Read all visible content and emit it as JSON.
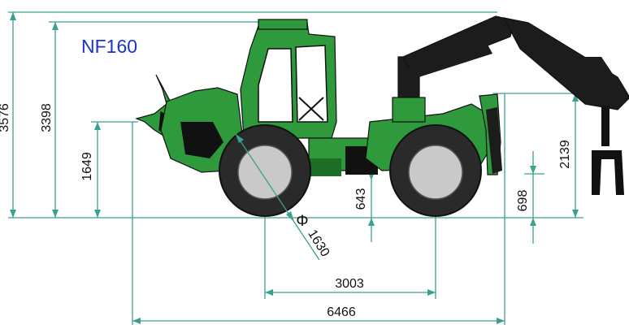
{
  "model": "NF160",
  "dimensions": {
    "total_height": "3576",
    "cab_height": "3398",
    "blade_height": "1649",
    "wheel_diameter": "1630",
    "diameter_symbol": "Φ",
    "wheelbase": "3003",
    "overall_length": "6466",
    "ground_clearance": "643",
    "rear_frame_height": "698",
    "crane_pivot_height": "2139"
  },
  "colors": {
    "machine": "#2f9a3c",
    "machine_dark": "#1f6e28",
    "dimension_lines": "#3aa08f",
    "model_label": "#1a33cc"
  }
}
